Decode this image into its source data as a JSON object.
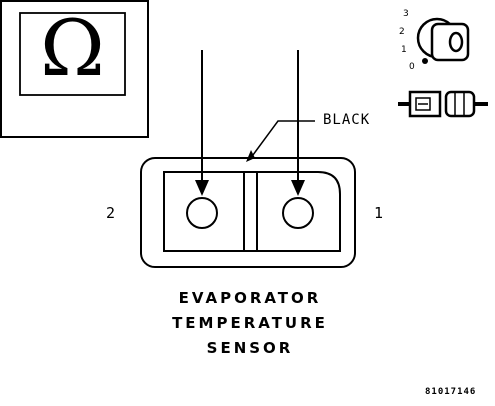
{
  "meter": {
    "symbol": "Ω",
    "icon": "ohmmeter-icon"
  },
  "connector": {
    "wire_color": "BLACK",
    "pins": [
      {
        "number": "2"
      },
      {
        "number": "1"
      }
    ],
    "caption_lines": [
      "EVAPORATOR",
      "TEMPERATURE",
      "SENSOR"
    ]
  },
  "ignition": {
    "icon": "ignition-key-icon",
    "positions": [
      "3",
      "2",
      "1",
      "0"
    ]
  },
  "connector_icon": "unplugged-connector-icon",
  "figure_ref": "81017146"
}
